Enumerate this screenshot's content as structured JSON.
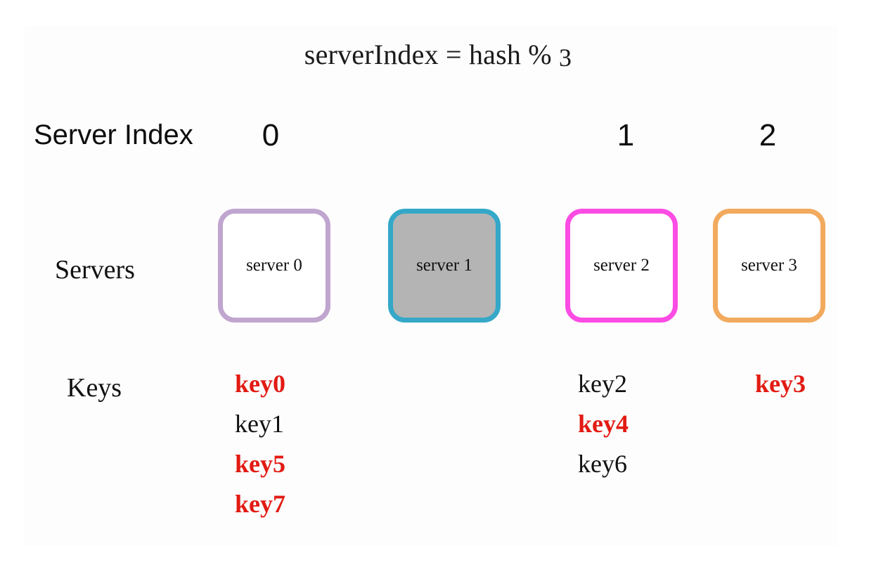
{
  "title": {
    "prefix": "serverIndex = hash % ",
    "modulus": "3",
    "full": "serverIndex = hash % 3"
  },
  "labels": {
    "server_index": "Server Index",
    "servers": "Servers",
    "keys": "Keys"
  },
  "colors": {
    "highlight_key": "#e21b13",
    "text": "#111111",
    "background": "#ffffff",
    "panel": "#fdfdfd",
    "server0_border": "#c0a6cf",
    "server1_border": "#35a8c8",
    "server1_fill": "#b4b4b4",
    "server2_border": "#fb4ce4",
    "server3_border": "#f2aa5e"
  },
  "columns": [
    {
      "index_label": "0",
      "server": {
        "label": "server 0",
        "border_color": "#c0a6cf",
        "fill_color": "#ffffff",
        "state": "active"
      },
      "keys": [
        {
          "label": "key0",
          "highlighted": true
        },
        {
          "label": "key1",
          "highlighted": false
        },
        {
          "label": "key5",
          "highlighted": true
        },
        {
          "label": "key7",
          "highlighted": true
        }
      ]
    },
    {
      "index_label": "",
      "server": {
        "label": "server 1",
        "border_color": "#35a8c8",
        "fill_color": "#b4b4b4",
        "state": "offline"
      },
      "keys": []
    },
    {
      "index_label": "1",
      "server": {
        "label": "server 2",
        "border_color": "#fb4ce4",
        "fill_color": "#ffffff",
        "state": "active"
      },
      "keys": [
        {
          "label": "key2",
          "highlighted": false
        },
        {
          "label": "key4",
          "highlighted": true
        },
        {
          "label": "key6",
          "highlighted": false
        }
      ]
    },
    {
      "index_label": "2",
      "server": {
        "label": "server 3",
        "border_color": "#f2aa5e",
        "fill_color": "#ffffff",
        "state": "active"
      },
      "keys": [
        {
          "label": "key3",
          "highlighted": true
        }
      ]
    }
  ]
}
